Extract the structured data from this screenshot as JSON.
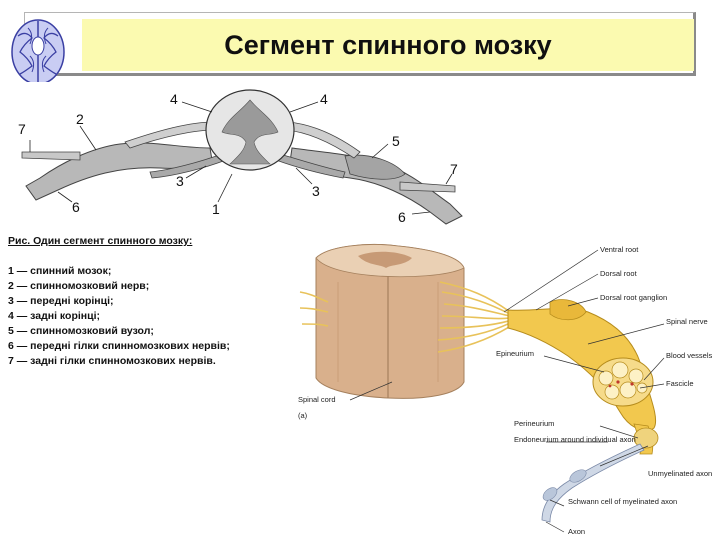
{
  "slide": {
    "title": "Сегмент спинного мозку",
    "colors": {
      "title_band": "#fbfab0",
      "nerve_yellow": "#f2c84e",
      "cord_tan": "#d9b08c"
    }
  },
  "figure_top": {
    "labels": {
      "l1": "1",
      "l2": "2",
      "l3a": "3",
      "l3b": "3",
      "l4a": "4",
      "l4b": "4",
      "l5": "5",
      "l6a": "6",
      "l6b": "6",
      "l7a": "7",
      "l7b": "7"
    }
  },
  "caption": {
    "title": "Рис. Один сегмент спинного мозку:",
    "items": [
      "1 — спинний мозок;",
      "2 — спинномозковий нерв;",
      "3 — передні корінці;",
      "4 — задні корінці;",
      "5 — спинномозковий вузол;",
      "6 — передні гілки спинномозкових нервів;",
      "7 — задні гілки спинномозкових нервів."
    ]
  },
  "figure_main": {
    "labels": {
      "ventral_root": "Ventral root",
      "dorsal_root": "Dorsal root",
      "dorsal_root_ganglion": "Dorsal root ganglion",
      "spinal_nerve": "Spinal nerve",
      "epineurium": "Epineurium",
      "blood_vessels": "Blood vessels",
      "fascicle": "Fascicle",
      "spinal_cord": "Spinal cord",
      "panel": "(a)",
      "perineurium": "Perineurium",
      "endoneurium": "Endoneurium around individual axon",
      "unmyelinated_axon": "Unmyelinated axon",
      "schwann_cell": "Schwann cell of myelinated axon",
      "axon": "Axon"
    }
  }
}
